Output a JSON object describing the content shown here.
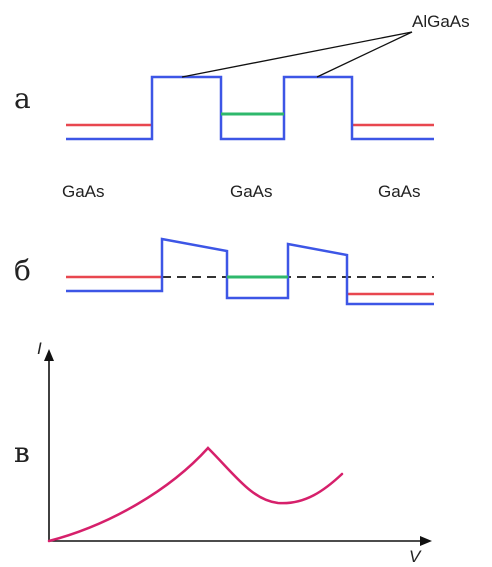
{
  "colors": {
    "red_level": "#e8474f",
    "blue_level": "#3d56e6",
    "green_level": "#2fb86c",
    "curve": "#d6206b",
    "axis": "#111111",
    "leader": "#111111",
    "dashed": "#333333"
  },
  "panel_a": {
    "label": "а",
    "barrier_label": "AlGaAs",
    "material_labels": [
      "GaAs",
      "GaAs",
      "GaAs"
    ]
  },
  "panel_b": {
    "label": "б"
  },
  "panel_c": {
    "label": "в",
    "y_axis_label": "I",
    "x_axis_label": "V"
  }
}
